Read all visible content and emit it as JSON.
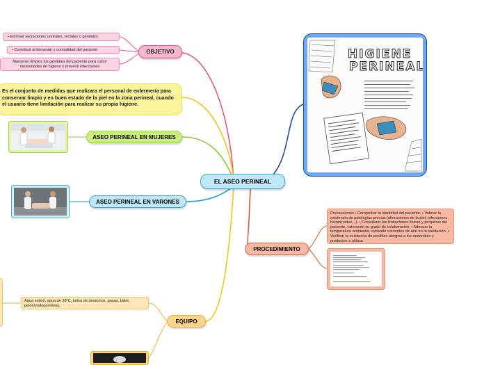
{
  "central": {
    "label": "EL ASEO PERINEAL"
  },
  "objetivo": {
    "label": "OBJETIVO",
    "items": [
      "•     Eliminar secreciones uretrales, rectales  o genitales",
      "•      Contribuir  al bienestar y comodidad del paciente",
      "Mantener limpios los genitales del paciente para cubrir necesidades de higiene y prevenir infecciones"
    ]
  },
  "definition": "Es el conjunto de medidas que realizara el personal de enfermería para conservar limpio y en buen estado de la piel en la zona perineal,  cuando el usuario tiene limitación para realizar su propia higiene.",
  "mujeres": {
    "label": "ASEO PERINEAL EN MUJERES"
  },
  "varones": {
    "label": "ASEO PERINEAL EN VARONES"
  },
  "equipo": {
    "label": "EQUIPO",
    "detail": "Agua estéril, agua de 38ºC, bolsa de desechos, gasas, bidet, jabón/yodopovidona,"
  },
  "procedimiento": {
    "label": "PROCEDIMIENTO",
    "detail": "Precauciones • Comprobar la identidad del paciente. • Valorar la existencia de patologías previas (alteraciones de la piel, infecciones, hemorroides…). • Considerar las limitaciones físicas y psíquicas del paciente, valorando su grado de colaboración. • Adecuar la temperatura ambiental, evitando corrientes de aire en la habitación. • Verificar la existencia de posibles alergias a los materiales y productos a utilizar."
  },
  "poster": {
    "title_line1": "HIGIENE",
    "title_line2": "PERINEAL"
  },
  "colors": {
    "pink": "#e0508b",
    "yellow": "#f2c40f",
    "green": "#8cc63f",
    "blue": "#1f9ad6",
    "orange": "#f0ad30",
    "salmon": "#d9552f",
    "navy": "#1a4fa0"
  }
}
